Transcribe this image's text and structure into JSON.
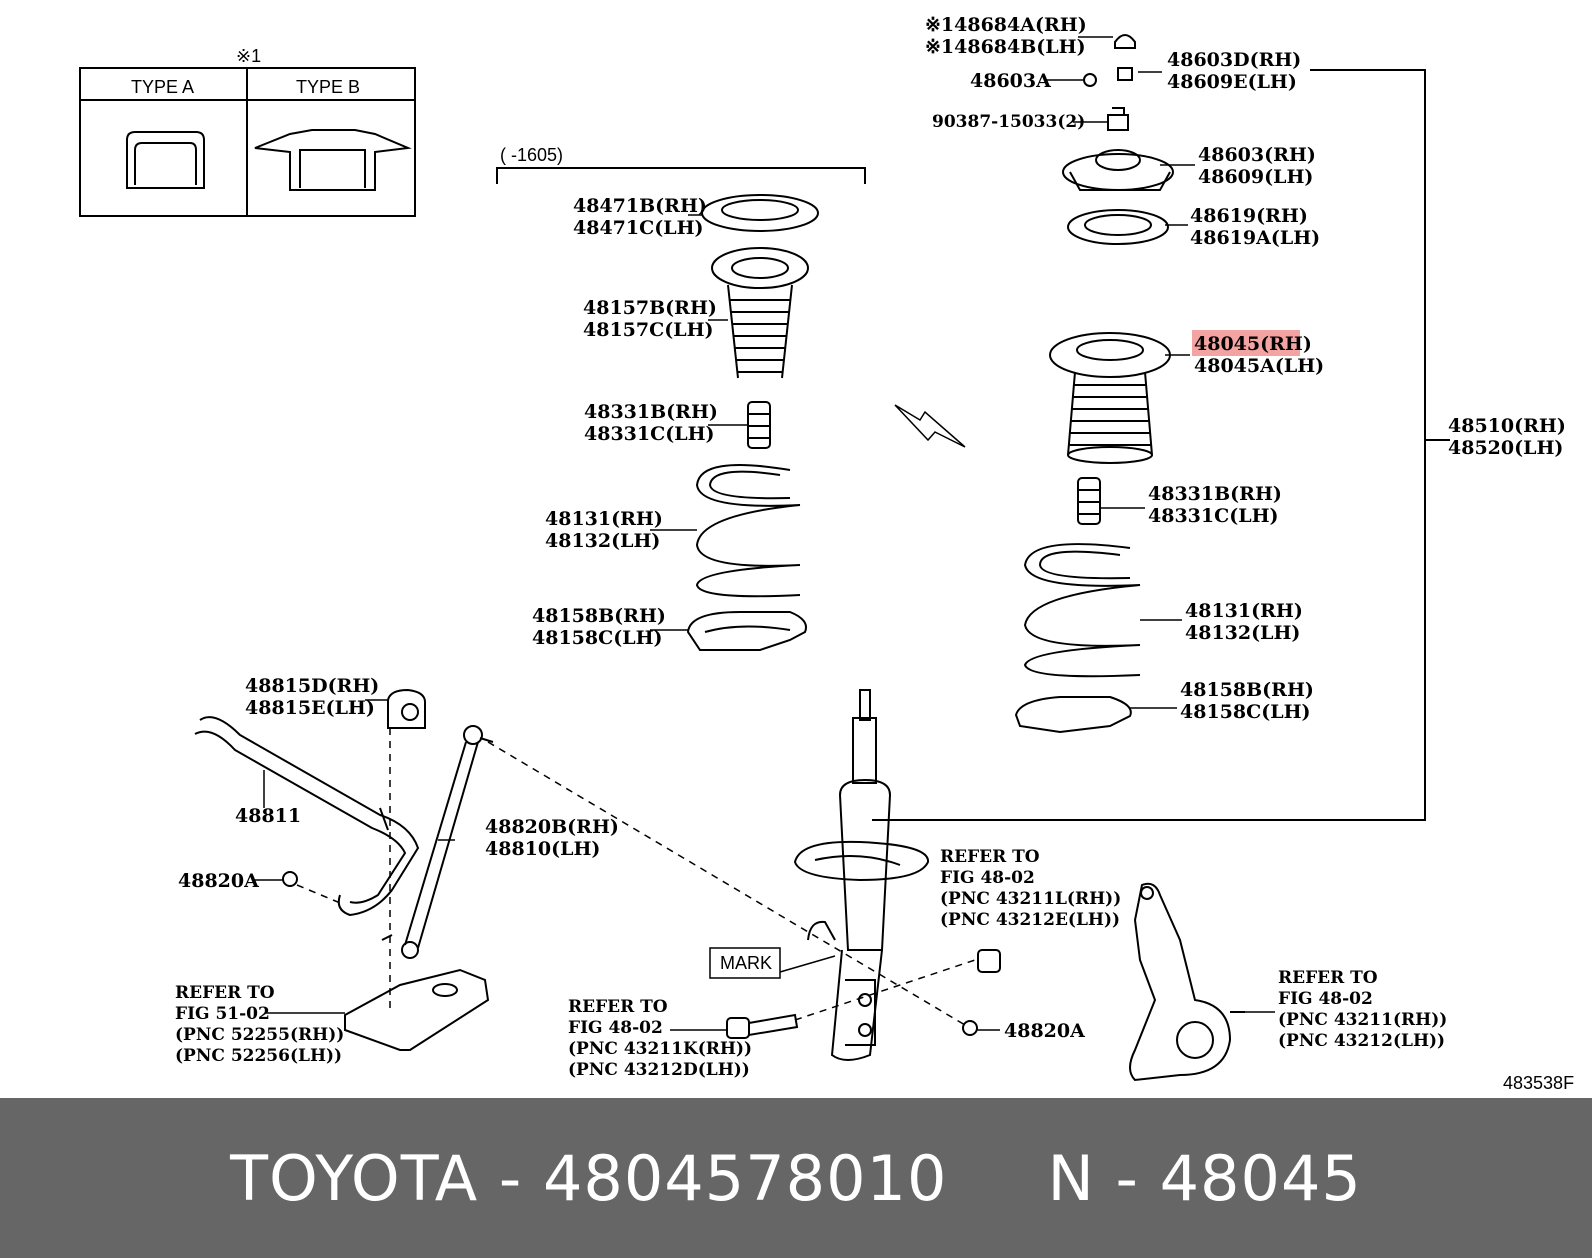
{
  "type_box": {
    "note": "※1",
    "type_a": "TYPE A",
    "type_b": "TYPE B"
  },
  "bracket_range": "(      -1605)",
  "left_column": [
    {
      "rh": "48471B(RH)",
      "lh": "48471C(LH)"
    },
    {
      "rh": "48157B(RH)",
      "lh": "48157C(LH)"
    },
    {
      "rh": "48331B(RH)",
      "lh": "48331C(LH)"
    },
    {
      "rh": "48131(RH)",
      "lh": "48132(LH)"
    },
    {
      "rh": "48158B(RH)",
      "lh": "48158C(LH)"
    }
  ],
  "right_column": {
    "cap_rh": "※148684A(RH)",
    "cap_lh": "※148684B(LH)",
    "nut_rh": "48603D(RH)",
    "nut_lh": "48609E(LH)",
    "nut_single": "48603A",
    "stud": "90387-15033(2)",
    "mount_rh": "48603(RH)",
    "mount_lh": "48609(LH)",
    "bearing_rh": "48619(RH)",
    "bearing_lh": "48619A(LH)",
    "insulator_rh": "48045(RH)",
    "insulator_lh": "48045A(LH)",
    "bumper_rh": "48331B(RH)",
    "bumper_lh": "48331C(LH)",
    "spring_rh": "48131(RH)",
    "spring_lh": "48132(LH)",
    "seat_rh": "48158B(RH)",
    "seat_lh": "48158C(LH)",
    "assy_rh": "48510(RH)",
    "assy_lh": "48520(LH)"
  },
  "stabilizer": {
    "bushing_rh": "48815D(RH)",
    "bushing_lh": "48815E(LH)",
    "bar": "48811",
    "link_rh": "48820B(RH)",
    "link_lh": "48810(LH)",
    "nut_left": "48820A",
    "nut_right": "48820A"
  },
  "refer_blocks": [
    {
      "l1": "REFER TO",
      "l2": "FIG 51-02",
      "l3": "(PNC 52255(RH))",
      "l4": "(PNC 52256(LH))"
    },
    {
      "l1": "REFER TO",
      "l2": "FIG 48-02",
      "l3": "(PNC 43211K(RH))",
      "l4": "(PNC 43212D(LH))"
    },
    {
      "l1": "REFER TO",
      "l2": "FIG 48-02",
      "l3": "(PNC 43211L(RH))",
      "l4": "(PNC 43212E(LH))"
    },
    {
      "l1": "REFER TO",
      "l2": "FIG 48-02",
      "l3": "(PNC 43211(RH))",
      "l4": "(PNC 43212(LH))"
    }
  ],
  "mark_label": "MARK",
  "figure_code": "483538F",
  "highlight_color": "#f4a3a3",
  "footer": {
    "brand_part": "TOYOTA - 4804578010",
    "pnc": "N - 48045"
  }
}
